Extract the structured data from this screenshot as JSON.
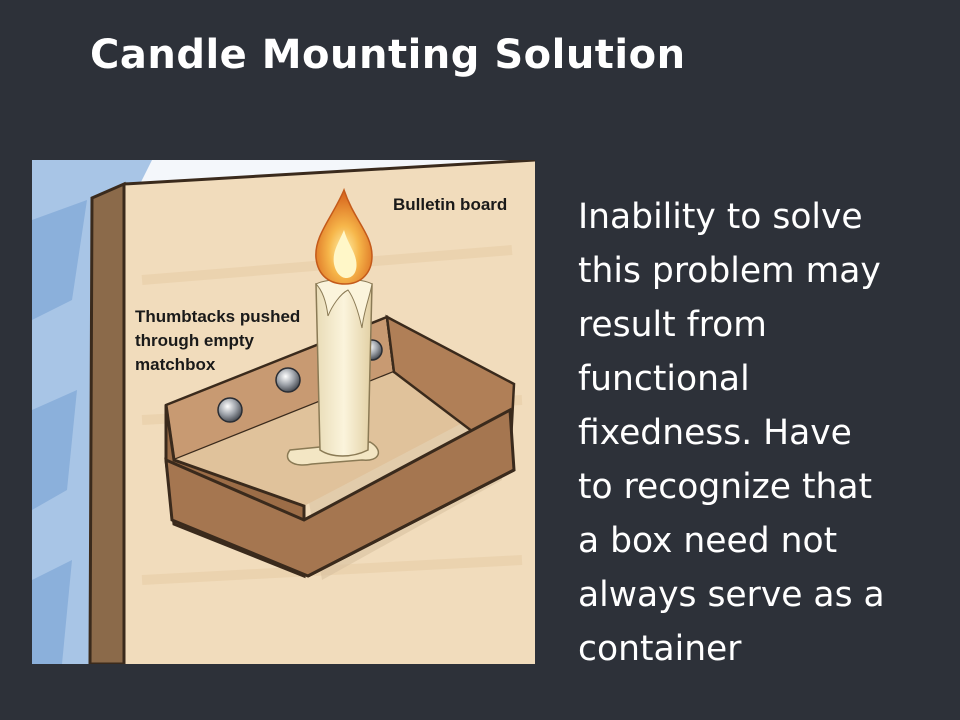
{
  "slide": {
    "title": "Candle Mounting Solution",
    "body_lines": [
      "Inability to solve",
      "this problem may",
      "result from",
      "functional",
      "fixedness. Have",
      "to recognize that",
      "a box need not",
      "always serve as a",
      "container"
    ]
  },
  "illustration": {
    "label_board": "Bulletin board",
    "label_tacks_lines": [
      "Thumbtacks pushed",
      "through empty",
      "matchbox"
    ]
  },
  "colors": {
    "background": "#2d3139",
    "text": "#ffffff",
    "board": "#f1dcbc",
    "wall": "#9fbde0",
    "box": "#a57650",
    "flame": "#f2a23c"
  }
}
